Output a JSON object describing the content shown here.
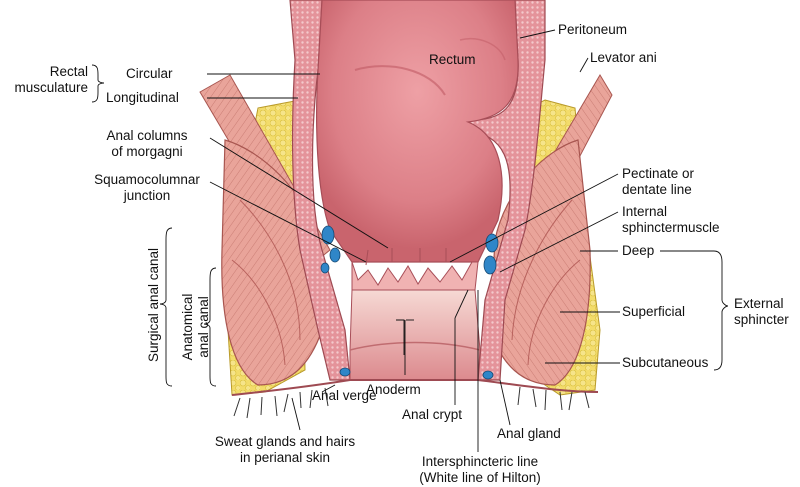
{
  "labels": {
    "rectal_musculature": [
      "Rectal",
      "musculature"
    ],
    "circular": "Circular",
    "longitudinal": "Longitudinal",
    "anal_columns": [
      "Anal columns",
      "of morgagni"
    ],
    "squamocolumnar": [
      "Squamocolumnar",
      "junction"
    ],
    "surgical_canal": "Surgical anal canal",
    "anatomical_canal": [
      "Anatomical",
      "anal canal"
    ],
    "rectum": "Rectum",
    "peritoneum": "Peritoneum",
    "levator_ani": "Levator ani",
    "pectinate": [
      "Pectinate or",
      "dentate line"
    ],
    "internal_sphincter": [
      "Internal",
      "sphinctermuscle"
    ],
    "deep": "Deep",
    "superficial": "Superficial",
    "subcutaneous": "Subcutaneous",
    "external_sphincter": [
      "External",
      "sphincter"
    ],
    "anoderm": "Anoderm",
    "anal_crypt": "Anal crypt",
    "anal_gland": "Anal gland",
    "anal_verge": "Anal verge",
    "sweat_glands": [
      "Sweat glands and hairs",
      "in perianal skin"
    ],
    "intersphincteric": [
      "Intersphincteric line",
      "(White line of Hilton)"
    ]
  },
  "colors": {
    "rectum_fill": "#e08a90",
    "rectum_dark": "#c9646d",
    "muscle": "#e9a49a",
    "muscle_line": "#b8625d",
    "fat": "#f3dc6a",
    "canal_light": "#f2c9c4",
    "vessel": "#2f86c8",
    "wall_stipple": "#d9707a"
  }
}
